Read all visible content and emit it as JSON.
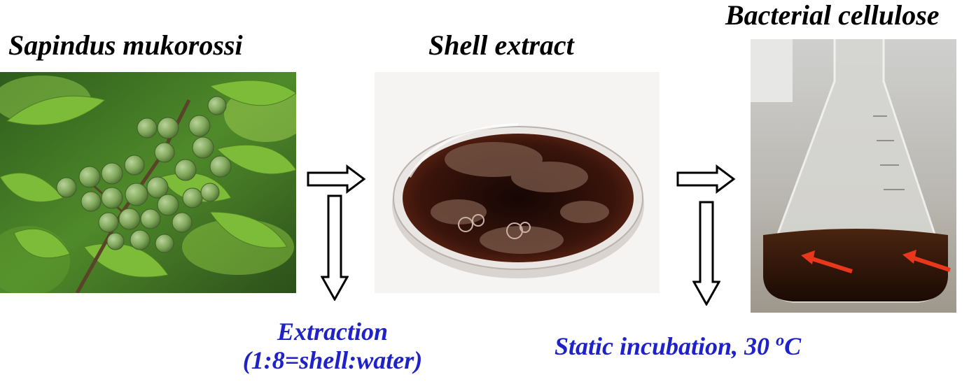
{
  "panels": {
    "plant": {
      "title": "Sapindus mukorossi"
    },
    "extract": {
      "title": "Shell extract"
    },
    "cellulose": {
      "title": "Bacterial cellulose"
    }
  },
  "captions": {
    "extraction_line1": "Extraction",
    "extraction_line2": "(1:8=shell:water)",
    "incubation_main": "Static incubation, 30 ",
    "incubation_sup": "o",
    "incubation_unit": "C"
  },
  "colors": {
    "caption": "#1f22c8",
    "title": "#000000",
    "leaf": "#6fae2c",
    "fruit": "#7fa65a",
    "extract_liquid": "#2a0f08",
    "marker_arrow": "#e8371b"
  },
  "icons": [
    "right-arrow-icon",
    "down-arrow-icon",
    "red-arrow-icon"
  ]
}
